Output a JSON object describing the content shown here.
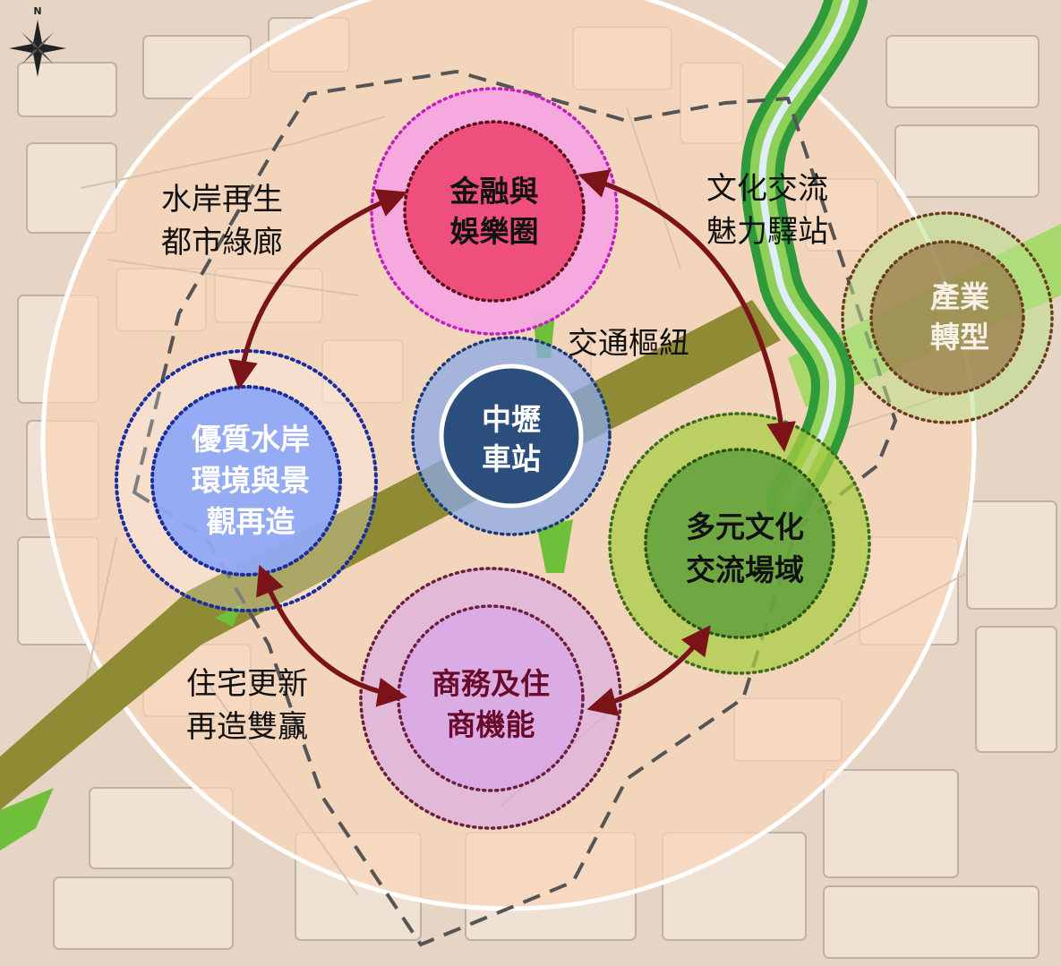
{
  "compass": {
    "north_label": "N",
    "icon": "compass-rose-icon"
  },
  "colors": {
    "map_bg": "#e6d4c4",
    "block_fill": "#efe1d3",
    "street_line": "#bfb1a3",
    "influence_fill": "#f8d6b8",
    "river_green": "#2f9a3a",
    "river_water": "#dfeefa",
    "rail_corridor": "#8f8b34",
    "light_green": "#a6d96a",
    "arrow": "#7a1418",
    "boundary": "#555555",
    "finance_outer": "#f6a6e0",
    "finance_inner": "#ee4f7d",
    "waterfront": "#8fa8f4",
    "station_ring": "#8aa8e6",
    "station_core": "#2c4e7c",
    "culture_outer": "#a9cc44",
    "culture_inner": "#5b9e3c",
    "commerce": "#d6a3ee",
    "industry_outer": "#b8e088",
    "industry_inner": "#9a7a48"
  },
  "zones": {
    "finance": {
      "line1": "金融與",
      "line2": "娛樂圈"
    },
    "waterfront": {
      "line1": "優質水岸",
      "line2": "環境與景",
      "line3": "觀再造"
    },
    "station": {
      "line1": "中壢",
      "line2": "車站"
    },
    "culture": {
      "line1": "多元文化",
      "line2": "交流場域"
    },
    "commerce": {
      "line1": "商務及住",
      "line2": "商機能"
    },
    "industry": {
      "line1": "產業",
      "line2": "轉型"
    }
  },
  "strategies": {
    "waterfront_corridor": {
      "line1": "水岸再生",
      "line2": "都市綠廊"
    },
    "culture_station": {
      "line1": "文化交流",
      "line2": "魅力驛站"
    },
    "transport_hub": {
      "line1": "交通樞紐"
    },
    "housing_renewal": {
      "line1": "住宅更新",
      "line2": "再造雙贏"
    }
  }
}
